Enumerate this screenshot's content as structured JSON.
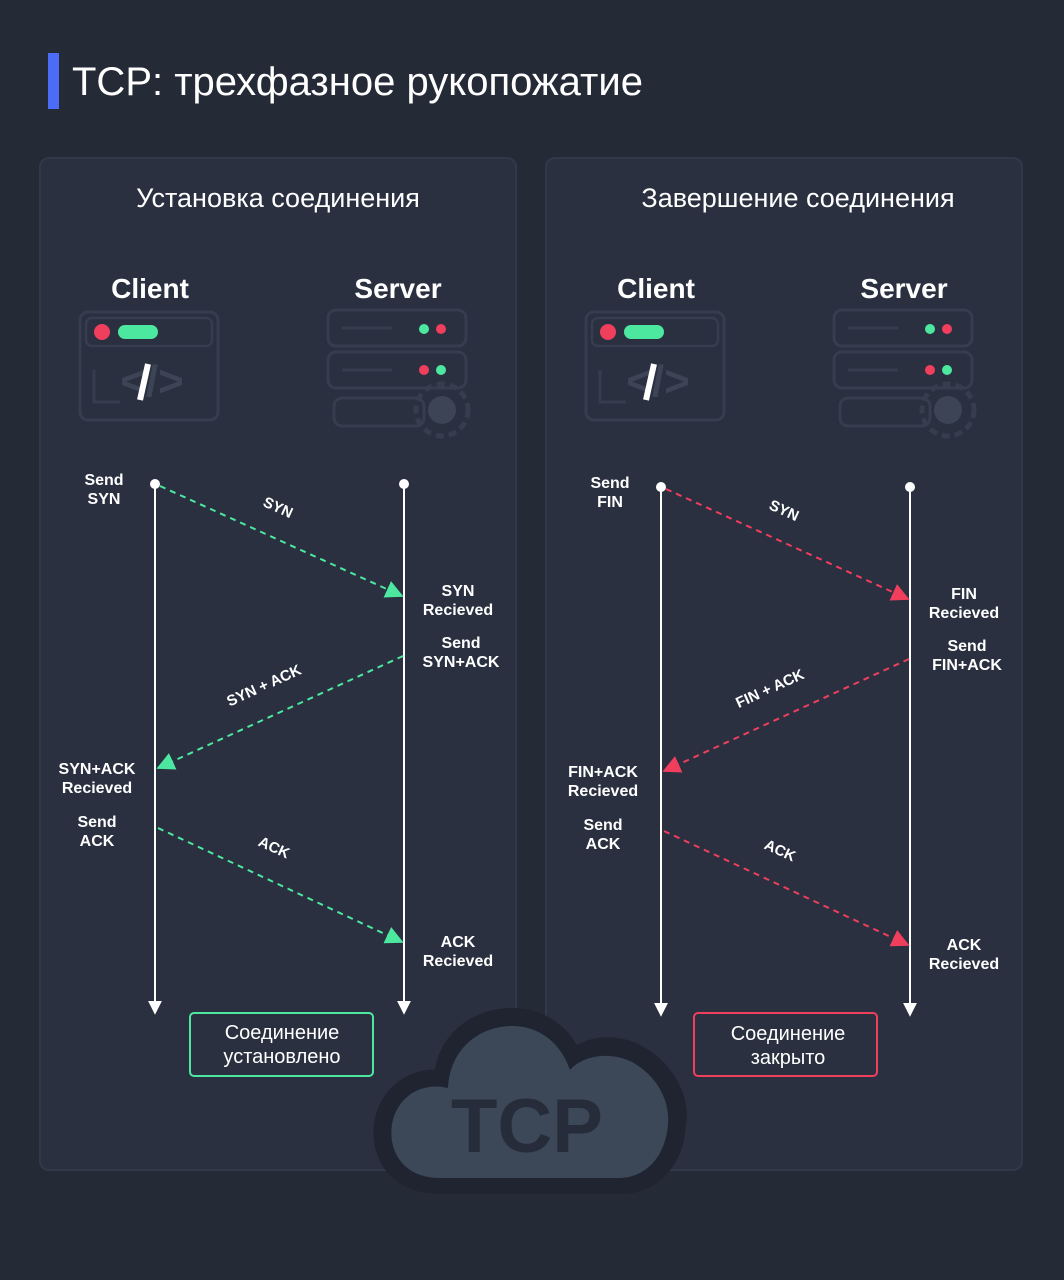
{
  "title": "TCP: трехфазное рукопожатие",
  "colors": {
    "accent": "#4a6cf7",
    "connect": "#4de8a0",
    "close": "#f03e5d"
  },
  "cloud_label": "TCP",
  "left": {
    "heading": "Установка соединения",
    "client": "Client",
    "server": "Server",
    "client_send_1": [
      "Send",
      "SYN"
    ],
    "msg_1": "SYN",
    "server_received_1": [
      "SYN",
      "Recieved"
    ],
    "server_send": [
      "Send",
      "SYN+ACK"
    ],
    "msg_2": "SYN + ACK",
    "client_received": [
      "SYN+ACK",
      "Recieved"
    ],
    "client_send_2": [
      "Send",
      "ACK"
    ],
    "msg_3": "ACK",
    "server_received_2": [
      "ACK",
      "Recieved"
    ],
    "status": [
      "Соединение",
      "установлено"
    ]
  },
  "right": {
    "heading": "Завершение соединения",
    "client": "Client",
    "server": "Server",
    "client_send_1": [
      "Send",
      "FIN"
    ],
    "msg_1": "SYN",
    "server_received_1": [
      "FIN",
      "Recieved"
    ],
    "server_send": [
      "Send",
      "FIN+ACK"
    ],
    "msg_2": "FIN + ACK",
    "client_received": [
      "FIN+ACK",
      "Recieved"
    ],
    "client_send_2": [
      "Send",
      "ACK"
    ],
    "msg_3": "ACK",
    "server_received_2": [
      "ACK",
      "Recieved"
    ],
    "status": [
      "Соединение",
      "закрыто"
    ]
  }
}
